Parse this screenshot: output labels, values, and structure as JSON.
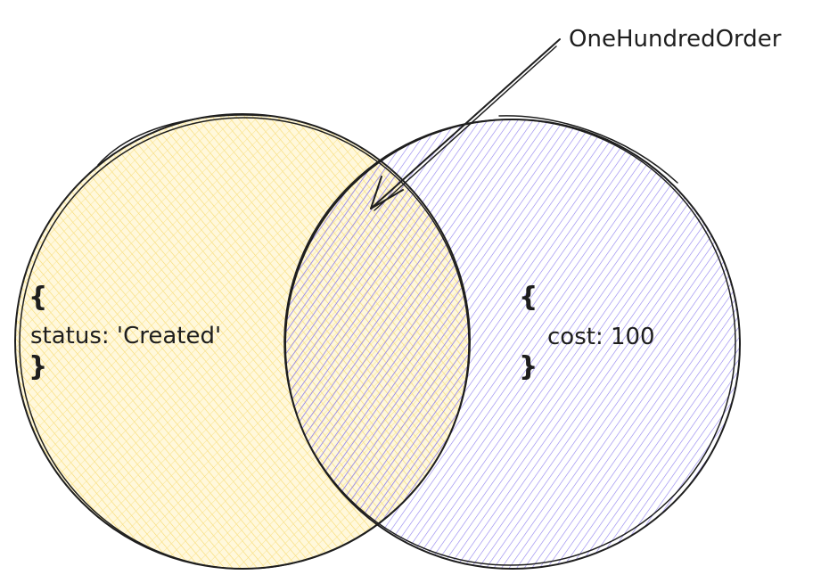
{
  "diagram": {
    "title": "OneHundredOrder",
    "left_set": {
      "open_brace": "{",
      "content": "status: 'Created'",
      "close_brace": "}",
      "fill_color": "#ffec99"
    },
    "right_set": {
      "open_brace": "{",
      "content": "cost: 100",
      "close_brace": "}",
      "fill_color": "#9c8cf0"
    },
    "stroke_color": "#1e1e1e"
  }
}
